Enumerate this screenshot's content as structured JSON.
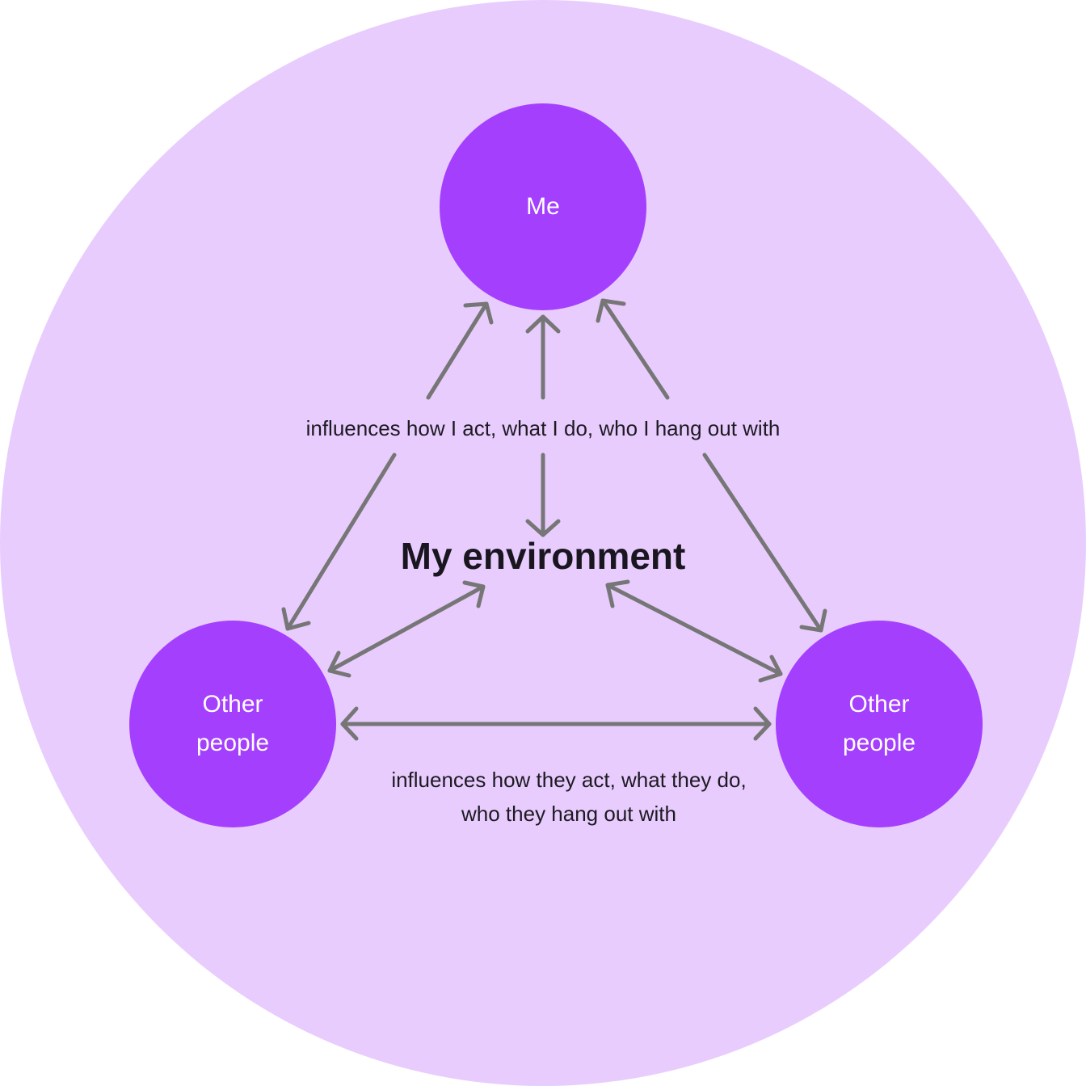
{
  "colors": {
    "environment_fill": "#e8ccfd",
    "node_fill": "#a43ffe",
    "arrow": "#767676",
    "text": "#1d1a22"
  },
  "environment": {
    "title": "My environment"
  },
  "nodes": {
    "me": {
      "label": "Me"
    },
    "left": {
      "label": "Other\npeople"
    },
    "right": {
      "label": "Other\npeople"
    }
  },
  "captions": {
    "top": "influences how I act, what I do, who I hang out with",
    "bottom": "influences how they act, what they do,\nwho they hang out with"
  }
}
